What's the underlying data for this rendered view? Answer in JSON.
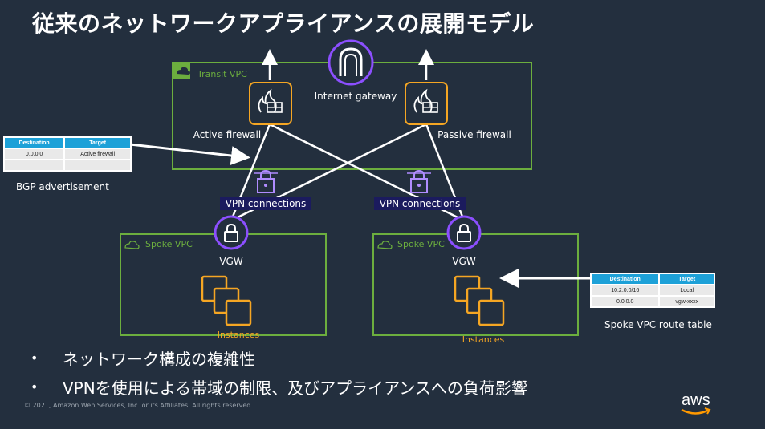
{
  "title": "従来のネットワークアプライアンスの展開モデル",
  "transit_vpc": {
    "label": "Transit VPC"
  },
  "internet_gateway": {
    "label": "Internet gateway"
  },
  "active_firewall": {
    "label": "Active firewall"
  },
  "passive_firewall": {
    "label": "Passive firewall"
  },
  "vpn_connections": {
    "left_label": "VPN connections",
    "right_label": "VPN connections"
  },
  "spoke_vpc_left": {
    "label": "Spoke VPC",
    "vgw": "VGW",
    "instances": "Instances"
  },
  "spoke_vpc_right": {
    "label": "Spoke VPC",
    "vgw": "VGW",
    "instances": "Instances"
  },
  "bgp_table": {
    "headers": [
      "Destination",
      "Target"
    ],
    "rows": [
      [
        "0.0.0.0",
        "Active firewall"
      ],
      [
        "",
        ""
      ]
    ],
    "caption": "BGP advertisement"
  },
  "spoke_route_table": {
    "headers": [
      "Destination",
      "Target"
    ],
    "rows": [
      [
        "10.2.0.0/16",
        "Local"
      ],
      [
        "0.0.0.0",
        "vgw-xxxx"
      ]
    ],
    "caption": "Spoke VPC route table"
  },
  "bullets": [
    "ネットワーク構成の複雑性",
    "VPNを使用による帯域の制限、及びアプライアンスへの負荷影響"
  ],
  "bullet_marker": "•",
  "copyright": "© 2021, Amazon Web Services, Inc. or its Affiliates. All rights reserved.",
  "logo_text": "aws",
  "colors": {
    "background": "#232f3e",
    "vpc_border": "#6cae3e",
    "firewall": "#f5a623",
    "vgw": "#8c4fff",
    "table_header": "#1da1d8"
  }
}
